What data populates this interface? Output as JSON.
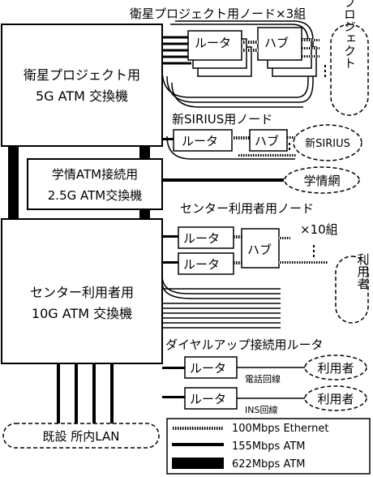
{
  "title": "衛星プロジェクト用ノード×3組",
  "switches": {
    "satellite": [
      "衛星プロジェクト用",
      "5G ATM 交換機"
    ],
    "gakujo": [
      "学情ATM接続用",
      "2.5G ATM交換機"
    ],
    "center": [
      "センター利用者用",
      "10G ATM 交換機"
    ]
  },
  "nodes": {
    "router": "ルータ",
    "hub": "ハブ",
    "sirius_title": "新SIRIUS用ノード",
    "center_title": "センター利用者用ノード",
    "center_count": "×10組",
    "dialup_title": "ダイヤルアップ接続用ルータ",
    "phone_line": "電話回線",
    "ins_line": "INS回線"
  },
  "clouds": {
    "project": "プロジェクト",
    "sirius": "新SIRIUS",
    "gakujo_net": "学情網",
    "center_users": "利用者",
    "dial_user1": "利用者",
    "dial_user2": "利用者",
    "lan": "既設 所内LAN"
  },
  "legend": [
    {
      "label": "100Mbps Ethernet"
    },
    {
      "label": "155Mbps ATM"
    },
    {
      "label": "622Mbps ATM"
    }
  ]
}
